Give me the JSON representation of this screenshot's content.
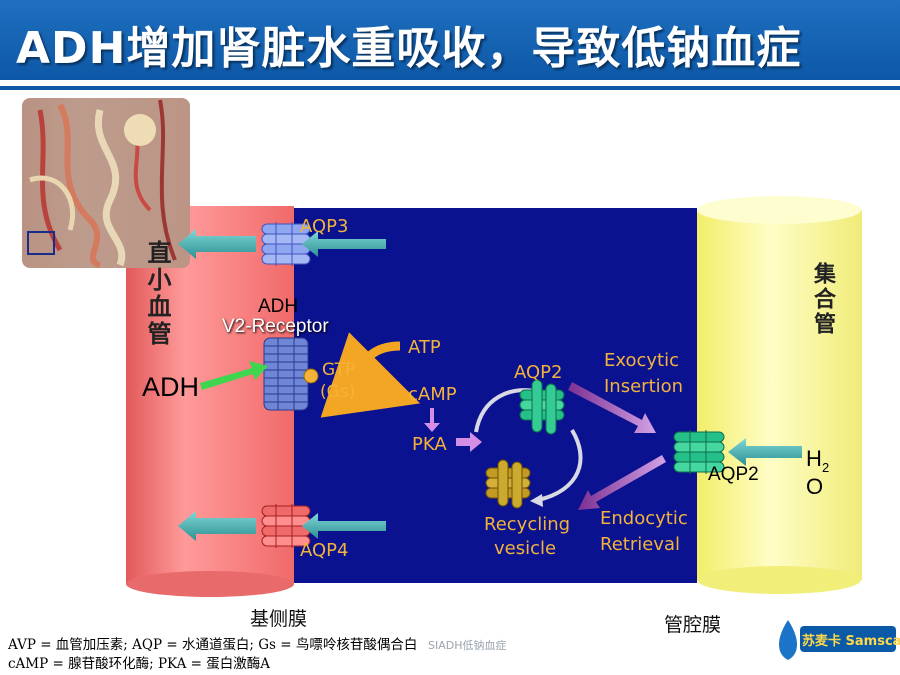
{
  "title": "ADH增加肾脏水重吸收，导致低钠血症",
  "labels": {
    "capillary": "直小血管",
    "collecting_duct": "集合管",
    "aqp3": "AQP3",
    "aqp4": "AQP4",
    "aqp2_cell": "AQP2",
    "aqp2_membrane": "AQP2",
    "adh_receptor_top": "ADH",
    "receptor": "V2-Receptor",
    "adh_left": "ADH",
    "gtp": "GTP",
    "gs": "(Gs)",
    "atp": "ATP",
    "camp": "cAMP",
    "pka": "PKA",
    "exocytic_1": "Exocytic",
    "exocytic_2": "Insertion",
    "endocytic_1": "Endocytic",
    "endocytic_2": "Retrieval",
    "recycling_1": "Recycling",
    "recycling_2": "vesicle",
    "h2o_h": "H",
    "h2o_2": "2",
    "h2o_o": "O",
    "basolateral": "基侧膜",
    "luminal": "管腔膜"
  },
  "footnotes": {
    "line1": "AVP = 血管加压素; AQP = 水通道蛋白; Gs = 鸟嘌呤核苷酸偶合白",
    "line2": "cAMP = 腺苷酸环化酶; PKA = 蛋白激酶A",
    "watermark": "SIADH低钠血症"
  },
  "logo": {
    "text": "苏麦卡 Samsca"
  },
  "colors": {
    "title_bg": "#0d58a6",
    "cell": "#0a1290",
    "capillary": "#f77e7e",
    "duct": "#fdfa9a",
    "label_gold": "#f3b23a",
    "arrow_teal": "#3aa6a8",
    "arrow_purple": "#8e45a4"
  }
}
